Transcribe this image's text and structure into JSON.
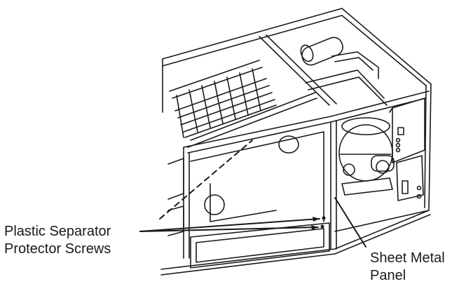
{
  "figure": {
    "subject": "refrigeration unit cabinet cutaway",
    "line_color": "#1a1a1a",
    "background": "#ffffff"
  },
  "callouts": {
    "separator": {
      "line1": "Plastic Separator",
      "line2": "Protector Screws"
    },
    "sheet_metal": {
      "line1": "Sheet Metal",
      "line2": "Panel"
    }
  }
}
